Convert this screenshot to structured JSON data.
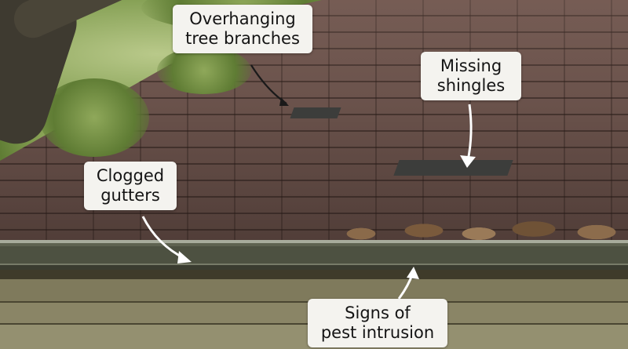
{
  "image": {
    "description": "Annotated photo of a shingled house roof with gutters and siding, highlighting maintenance problems",
    "colors": {
      "roof_shingles": "#6b534c",
      "missing_shingle_patch": "#3c3d3b",
      "gutter": "#4d5141",
      "siding": "#8a8566",
      "foliage": "#5f7c34",
      "callout_background": "#f4f3ef",
      "callout_text": "#141414"
    }
  },
  "callouts": [
    {
      "id": "tree",
      "line1": "Overhanging",
      "line2": "tree branches",
      "arrow_color": "#1a1a1a",
      "target": "missing shingle near top of roof"
    },
    {
      "id": "shingles",
      "line1": "Missing",
      "line2": "shingles",
      "arrow_color": "#ffffff",
      "target": "dark bare patch on roof"
    },
    {
      "id": "gutters",
      "line1": "Clogged",
      "line2": "gutters",
      "arrow_color": "#ffffff",
      "target": "gutter along roof edge"
    },
    {
      "id": "pest",
      "line1": "Signs of",
      "line2": "pest intrusion",
      "arrow_color": "#ffffff",
      "target": "gap under gutter / fascia"
    }
  ]
}
